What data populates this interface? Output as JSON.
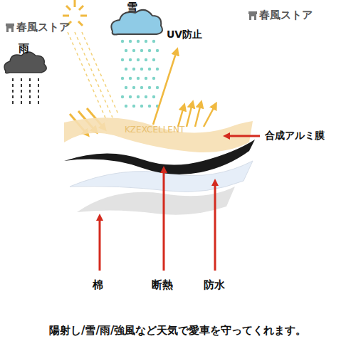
{
  "diagram": {
    "caption": "陽射し/雪/雨/強風など天気で愛車を守ってくれます。",
    "labels": [
      "春風ストア",
      "雪",
      "UV防止",
      "春風ストア",
      "雨",
      "KZEXCELLENT",
      "合成アルミ膜",
      "棉",
      "断熱",
      "防水"
    ]
  }
}
